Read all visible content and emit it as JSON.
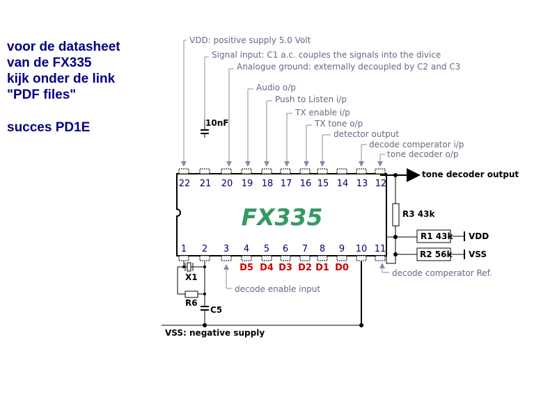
{
  "note": {
    "line1": "voor de datasheet",
    "line2": "van de FX335",
    "line3": "kijk onder de link",
    "line4": "\"PDF files\"",
    "line5": "succes PD1E"
  },
  "chip": {
    "name": "FX335"
  },
  "top_pins": [
    "22",
    "21",
    "20",
    "19",
    "18",
    "17",
    "16",
    "15",
    "14",
    "13",
    "12"
  ],
  "bottom_pins": [
    "1",
    "2",
    "3",
    "4",
    "5",
    "6",
    "7",
    "8",
    "9",
    "10",
    "11"
  ],
  "data_bits": [
    "D5",
    "D4",
    "D3",
    "D2",
    "D1",
    "D0"
  ],
  "pin_labels": {
    "vdd": "VDD: positive supply 5.0 Volt",
    "signal_input": "Signal input: C1 a.c. couples the signals into the divice",
    "analogue_ground": "Analogue ground: externally decoupled by C2 and C3",
    "audio": "Audio o/p",
    "push_to_listen": "Push to Listen i/p",
    "tx_enable": "TX enable i/p",
    "tx_tone": "TX tone o/p",
    "detector": "detector output",
    "decode_comp_in": "decode comperator i/p",
    "tone_decoder_out": "tone decoder o/p",
    "decode_enable": "decode enable input",
    "decode_comp_ref": "decode comperator Ref."
  },
  "components": {
    "cap_top": "10nF",
    "r3": "R3 43k",
    "r1": "R1 43k",
    "r2": "R2 56k",
    "vdd": "VDD",
    "vss": "VSS",
    "x1": "X1",
    "r6": "R6",
    "c5": "C5"
  },
  "outputs": {
    "tone_decoder_output": "tone decoder output",
    "vss_supply": "VSS: negative supply"
  },
  "colors": {
    "note": "#000080",
    "chip_name": "#339966",
    "data_bits": "#cc0000",
    "pin_labels": "#666688"
  }
}
